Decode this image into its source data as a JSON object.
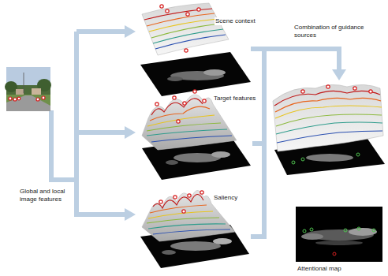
{
  "diagram": {
    "labels": [
      "Scene context",
      "Combination of guidance sources",
      "Target features",
      "Global and local image features",
      "Saliency",
      "Attentional map"
    ]
  }
}
